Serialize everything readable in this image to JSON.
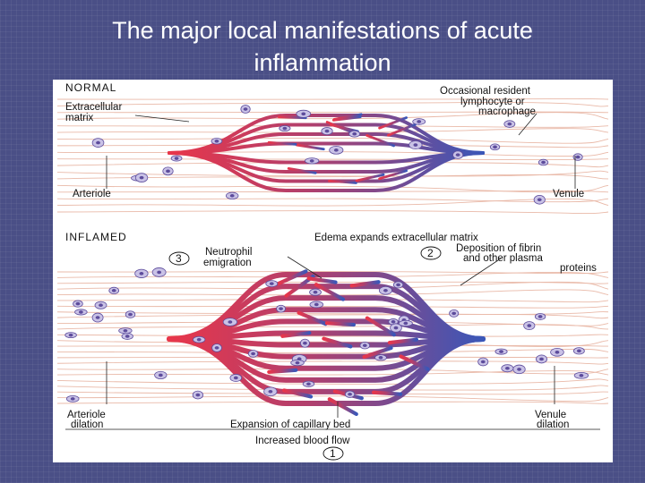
{
  "slide": {
    "title_line1": "The major local manifestations of acute",
    "title_line2": "inflammation"
  },
  "figure": {
    "normal": {
      "section_label": "NORMAL",
      "extracellular_matrix": [
        "Extracellular",
        "matrix"
      ],
      "resident_cell": [
        "Occasional resident",
        "lymphocyte or",
        "macrophage"
      ],
      "arteriole": "Arteriole",
      "venule": "Venule"
    },
    "inflamed": {
      "section_label": "INFLAMED",
      "edema": "Edema expands extracellular matrix",
      "step2_number": "2",
      "fibrin": [
        "Deposition of fibrin",
        "and other plasma",
        "proteins"
      ],
      "step3_number": "3",
      "neutrophil": [
        "Neutrophil",
        "emigration"
      ],
      "arteriole_dilation": [
        "Arteriole",
        "dilation"
      ],
      "expansion": "Expansion of capillary bed",
      "venule_dilation": [
        "Venule",
        "dilation"
      ],
      "blood_flow": "Increased blood flow",
      "step1_number": "1"
    },
    "colors": {
      "arterial": "#e8364a",
      "venous": "#3a57b8",
      "fiber": "#e9b9a8",
      "cell": "#5d4c9c"
    }
  }
}
